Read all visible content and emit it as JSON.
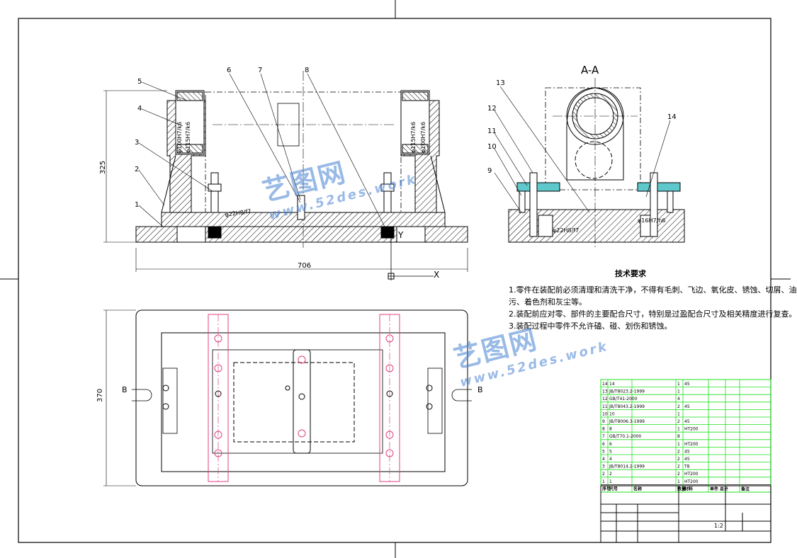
{
  "drawing": {
    "section_title": "A-A",
    "dims": {
      "height": "325",
      "width": "706",
      "depth": "370"
    },
    "part_numbers": [
      "1",
      "2",
      "3",
      "4",
      "5",
      "6",
      "7",
      "8",
      "9",
      "10",
      "11",
      "12",
      "13",
      "14"
    ],
    "section_marks": {
      "b_left": "B",
      "b_right": "B",
      "axis_x": "X",
      "axis_y": "Y"
    },
    "fits": [
      "φ100H7/k6",
      "φ115H7/k6",
      "φ115H7/k6",
      "φ100H7/k6",
      "φ22H8/f7",
      "φ22H8/f7",
      "φ16H7/n6"
    ]
  },
  "notes": {
    "title": "技术要求",
    "lines": [
      "1.零件在装配前必须清理和清洗干净，不得有毛刺、飞边、氧化皮、锈蚀、切屑、油",
      "污、着色剂和灰尘等。",
      "2.装配前应对零、部件的主要配合尺寸，特别是过盈配合尺寸及相关精度进行复查。",
      "3.装配过程中零件不允许磕、碰、划伤和锈蚀。"
    ]
  },
  "watermark": {
    "cn": "艺图网",
    "url": "www.52des.work"
  },
  "title_block": {
    "scale": "1:2",
    "header": [
      "序号",
      "代号",
      "名称",
      "数量",
      "材料",
      "单件",
      "总计",
      "备注"
    ],
    "rows": [
      [
        "14",
        "14",
        "",
        "1",
        "45"
      ],
      [
        "13",
        "JB/T8023.2-1999",
        "",
        "1",
        "",
        "",
        ""
      ],
      [
        "12",
        "GB/T41-2000",
        "",
        "4",
        "",
        ""
      ],
      [
        "11",
        "JB/T8043.2-1999",
        "",
        "2",
        "45",
        ""
      ],
      [
        "10",
        "10",
        "",
        "1",
        "",
        ""
      ],
      [
        "9",
        "JB/T8006.3-1999",
        "",
        "2",
        "45",
        ""
      ],
      [
        "8",
        "8",
        "",
        "1",
        "HT200",
        ""
      ],
      [
        "7",
        "GB/T70.1-2000",
        "",
        "8",
        "",
        ""
      ],
      [
        "6",
        "6",
        "",
        "1",
        "HT200",
        ""
      ],
      [
        "5",
        "5",
        "",
        "2",
        "45",
        ""
      ],
      [
        "4",
        "4",
        "",
        "2",
        "45",
        ""
      ],
      [
        "3",
        "JB/T8014.2-1999",
        "",
        "2",
        "T8",
        ""
      ],
      [
        "2",
        "2",
        "",
        "2",
        "HT200",
        ""
      ],
      [
        "1",
        "1",
        "",
        "1",
        "HT200",
        ""
      ]
    ]
  }
}
